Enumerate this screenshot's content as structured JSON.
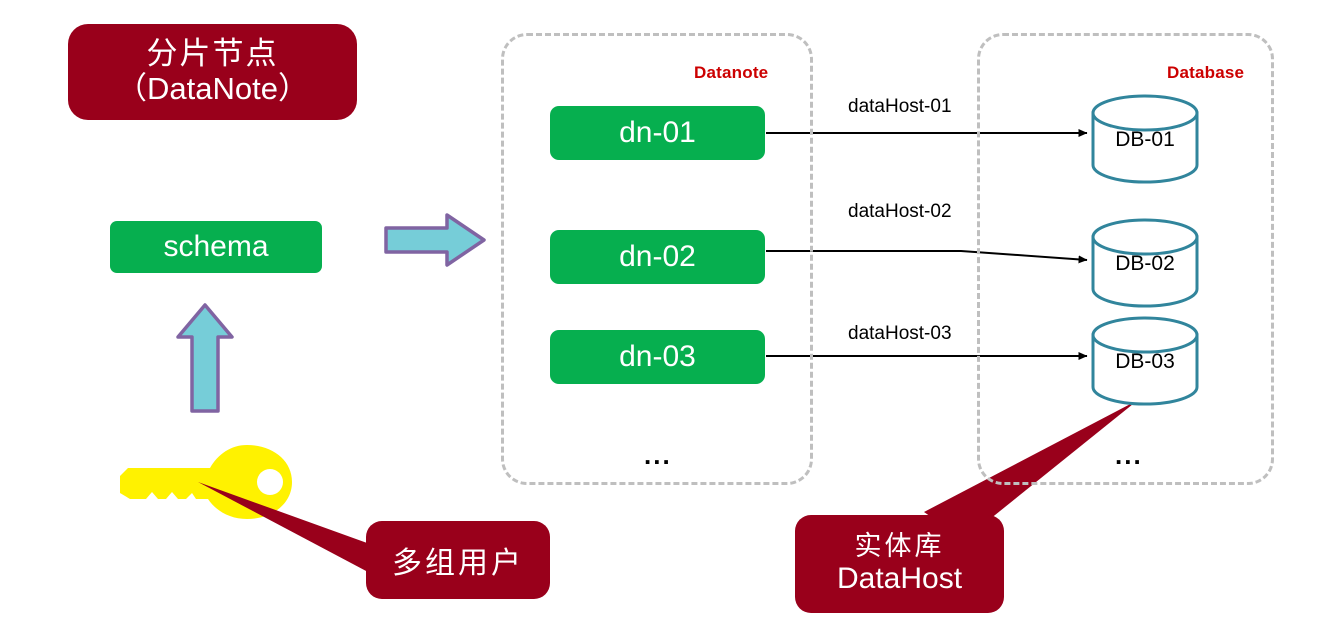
{
  "diagram": {
    "title_box": {
      "line_cn": "分片节点",
      "line_en": "（DataNote）"
    },
    "schema_box": {
      "label": "schema"
    },
    "groups": [
      {
        "name": "datanote-group",
        "label": "Datanote",
        "ellipsis": "..."
      },
      {
        "name": "database-group",
        "label": "Database",
        "ellipsis": "..."
      }
    ],
    "datanodes": [
      {
        "label": "dn-01"
      },
      {
        "label": "dn-02"
      },
      {
        "label": "dn-03"
      }
    ],
    "databases": [
      {
        "label": "DB-01"
      },
      {
        "label": "DB-02"
      },
      {
        "label": "DB-03"
      }
    ],
    "connections": [
      {
        "label": "dataHost-01",
        "from": "dn-01",
        "to": "DB-01"
      },
      {
        "label": "dataHost-02",
        "from": "dn-02",
        "to": "DB-02"
      },
      {
        "label": "dataHost-03",
        "from": "dn-03",
        "to": "DB-03"
      }
    ],
    "callouts": {
      "users": {
        "text": "多组用户",
        "points_to": "key-icon"
      },
      "datahost": {
        "line_cn": "实体库",
        "line_en": "DataHost",
        "points_to": "DB-03"
      }
    },
    "icons": {
      "key": "key-icon",
      "arrow_right": "block-arrow-right-icon",
      "arrow_up": "block-arrow-up-icon"
    },
    "colors": {
      "dark_red": "#99001B",
      "green": "#06AF4F",
      "label_red": "#CC0000",
      "cylinder_stroke": "#31859C",
      "dashed_gray": "#BFBFBF",
      "arrow_fill": "#76CDD8",
      "arrow_stroke": "#8064A2",
      "key_yellow": "#FFF200",
      "connector_black": "#000000"
    }
  }
}
